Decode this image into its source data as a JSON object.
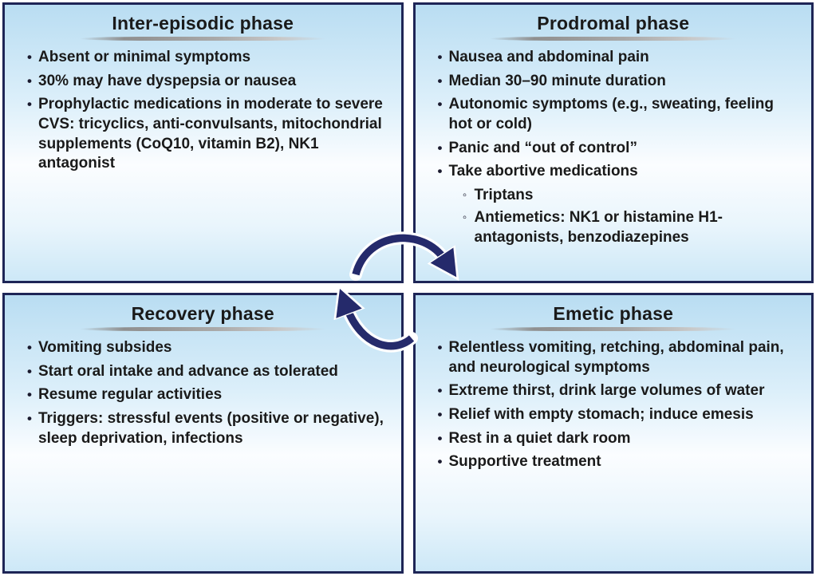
{
  "colors": {
    "arrow_navy": "#252a6b",
    "border_navy": "#1e2556",
    "panel_top": "#b9ddf2",
    "panel_bottom": "#cde8f7",
    "text": "#1a1a1a",
    "bullet": "#1a1a2e"
  },
  "arrows": {
    "name": "cycle-arrows",
    "color": "#252a6b"
  },
  "panels": [
    {
      "id": "inter-episodic",
      "title": "Inter-episodic phase",
      "bullets": [
        {
          "level": 1,
          "text": "Absent or minimal symptoms"
        },
        {
          "level": 1,
          "text": "30% may have dyspepsia or nausea"
        },
        {
          "level": 1,
          "text": "Prophylactic medications in moderate to severe CVS: tricyclics, anti-convulsants, mitochondrial supplements (CoQ10, vitamin B2), NK1 antagonist"
        }
      ]
    },
    {
      "id": "prodromal",
      "title": "Prodromal phase",
      "bullets": [
        {
          "level": 1,
          "text": "Nausea and abdominal pain"
        },
        {
          "level": 1,
          "text": "Median 30–90 minute duration"
        },
        {
          "level": 1,
          "text": "Autonomic symptoms (e.g., sweating, feeling hot or cold)"
        },
        {
          "level": 1,
          "text": "Panic and “out of control”"
        },
        {
          "level": 1,
          "text": "Take abortive medications"
        },
        {
          "level": 2,
          "text": "Triptans"
        },
        {
          "level": 2,
          "text": "Antiemetics: NK1 or histamine H1-antagonists, benzodiazepines"
        }
      ]
    },
    {
      "id": "recovery",
      "title": "Recovery phase",
      "bullets": [
        {
          "level": 1,
          "text": "Vomiting subsides"
        },
        {
          "level": 1,
          "text": "Start oral intake and advance as tolerated"
        },
        {
          "level": 1,
          "text": "Resume regular activities"
        },
        {
          "level": 1,
          "text": "Triggers: stressful events (positive or negative), sleep deprivation, infections"
        }
      ]
    },
    {
      "id": "emetic",
      "title": "Emetic phase",
      "bullets": [
        {
          "level": 1,
          "text": "Relentless vomiting, retching, abdominal pain, and neurological symptoms"
        },
        {
          "level": 1,
          "text": "Extreme thirst, drink large volumes of water"
        },
        {
          "level": 1,
          "text": "Relief with empty stomach; induce emesis"
        },
        {
          "level": 1,
          "text": "Rest in a quiet dark room"
        },
        {
          "level": 1,
          "text": "Supportive treatment"
        }
      ]
    }
  ]
}
